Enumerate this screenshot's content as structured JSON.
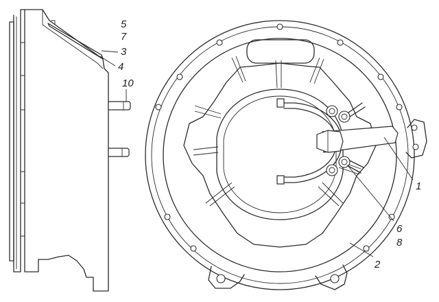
{
  "callouts": {
    "c1": "1",
    "c2": "2",
    "c3": "3",
    "c4": "4",
    "c5": "5",
    "c6": "6",
    "c7": "7",
    "c8": "8",
    "c10": "10"
  },
  "colors": {
    "line": "#2a2a2a",
    "background": "#ffffff"
  }
}
